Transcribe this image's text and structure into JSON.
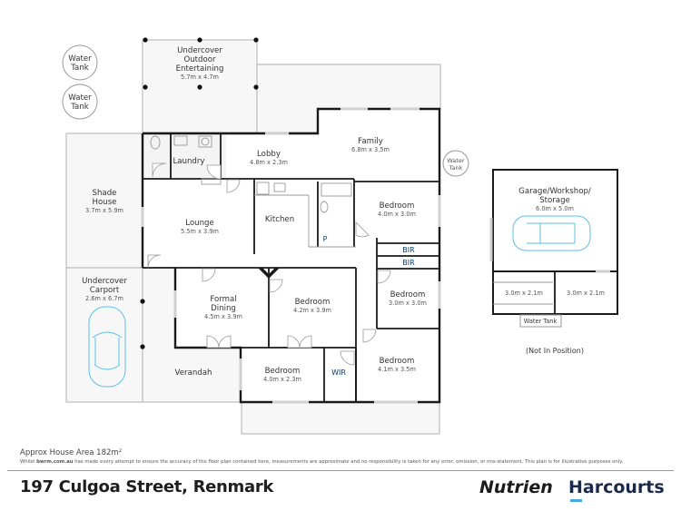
{
  "rooms": {
    "undercover_outdoor": {
      "name_lines": [
        "Undercover",
        "Outdoor",
        "Entertaining"
      ],
      "dim": "5.7m x 4.7m"
    },
    "laundry": {
      "name": "Laundry"
    },
    "lobby": {
      "name": "Lobby",
      "dim": "4.8m x 2.3m"
    },
    "family": {
      "name": "Family",
      "dim": "6.8m x 3.5m"
    },
    "shade_house": {
      "name_lines": [
        "Shade",
        "House"
      ],
      "dim": "3.7m x 5.9m"
    },
    "lounge": {
      "name": "Lounge",
      "dim": "5.5m x 3.9m"
    },
    "kitchen": {
      "name": "Kitchen"
    },
    "pantry": {
      "name": "P"
    },
    "bedroom1": {
      "name": "Bedroom",
      "dim": "4.0m x 3.0m"
    },
    "bir1": {
      "name": "BIR"
    },
    "bir2": {
      "name": "BIR"
    },
    "carport": {
      "name_lines": [
        "Undercover",
        "Carport"
      ],
      "dim": "2.6m x 6.7m"
    },
    "formal_dining": {
      "name_lines": [
        "Formal",
        "Dining"
      ],
      "dim": "4.5m x 3.9m"
    },
    "bedroom2": {
      "name": "Bedroom",
      "dim": "4.2m x 3.9m"
    },
    "bedroom3": {
      "name": "Bedroom",
      "dim": "3.0m x 3.0m"
    },
    "verandah": {
      "name": "Verandah"
    },
    "bedroom4": {
      "name": "Bedroom",
      "dim": "4.0m x 2.3m"
    },
    "wir": {
      "name": "WIR"
    },
    "bedroom5": {
      "name": "Bedroom",
      "dim": "4.1m x 3.5m"
    },
    "garage": {
      "name_lines": [
        "Garage/Workshop/",
        "Storage"
      ],
      "dim": "6.0m x 5.0m"
    },
    "store_left": {
      "dim": "3.0m x 2.1m"
    },
    "store_right": {
      "dim": "3.0m x 2.1m"
    }
  },
  "tanks": {
    "tank1": {
      "lines": [
        "Water",
        "Tank"
      ]
    },
    "tank2": {
      "lines": [
        "Water",
        "Tank"
      ]
    },
    "tank3": {
      "lines": [
        "Water",
        "Tank"
      ]
    },
    "tank4": {
      "label": "Water Tank"
    }
  },
  "notes": {
    "not_in_position": "(Not In Position)"
  },
  "footer": {
    "area": "Approx House Area 182m²",
    "disclaimer_prefix": "Whilst ",
    "disclaimer_brand": "bwrm.com.au",
    "disclaimer_rest": " has made every attempt to ensure the accuracy of the floor plan contained here, measurements are approximate and no responsibility is taken for any error, omission, or mis-statement. This plan is for illustrative purposes only.",
    "address": "197 Culgoa Street, Renmark",
    "logo_nutrien": "Nutrien",
    "logo_harcourts": "Harcourts"
  },
  "colors": {
    "blue_room": "#0ea5e0",
    "car_outline": "#5bc0eb",
    "nutrien_green": "#8dc63f",
    "harcourts_navy": "#1b2a4a"
  }
}
